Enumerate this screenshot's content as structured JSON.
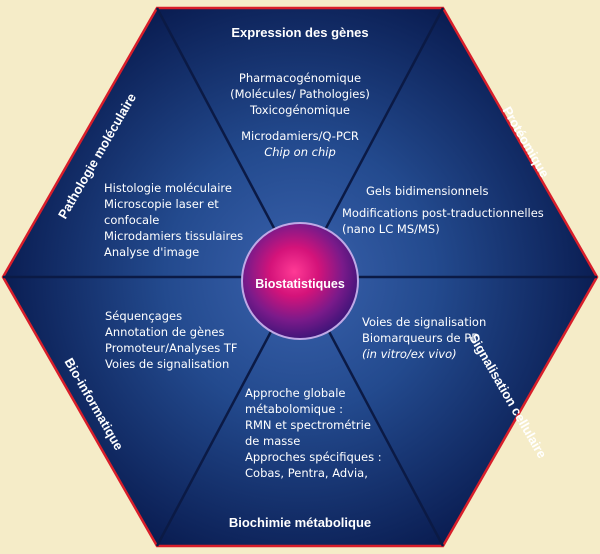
{
  "center": {
    "label": "Biostatistiques"
  },
  "sections": {
    "expression": {
      "title": "Expression des gènes",
      "lines": [
        "Pharmacogénomique",
        "(Molécules/ Pathologies)",
        "Toxicogénomique",
        "",
        "Microdamiers/Q-PCR",
        "Chip on chip"
      ]
    },
    "proteomique": {
      "title": "Protéomique",
      "lines": [
        "Gels bidimensionnels",
        "",
        "Modifications post-traductionnelles",
        "(nano LC MS/MS)"
      ]
    },
    "signalisation": {
      "title": "Signalisation cellulaire",
      "lines": [
        "Voies de signalisation",
        "Biomarqueurs de PD",
        "(in vitro/ex vivo)"
      ]
    },
    "biochimie": {
      "title": "Biochimie métabolique",
      "lines": [
        "Approche  globale",
        "métabolomique :",
        "RMN et spectrométrie",
        "de masse",
        "Approches spécifiques :",
        "Cobas, Pentra, Advia,"
      ]
    },
    "bioinfo": {
      "title": "Bio-informatique",
      "lines": [
        "Séquençages",
        "Annotation de gènes",
        "Promoteur/Analyses TF",
        "Voies de signalisation"
      ]
    },
    "pathologie": {
      "title": "Pathologie moléculaire",
      "lines": [
        "Histologie moléculaire",
        "Microscopie laser et",
        "confocale",
        "Microdamiers tissulaires",
        "Analyse d'image"
      ]
    }
  },
  "colors": {
    "background": "#f5ecc8",
    "outline": "#d81e2a",
    "segment_center": "#2d4f97",
    "segment_edge": "#0a1d52",
    "hub_core": "#ff2a8a",
    "hub_edge": "#3a1477"
  }
}
